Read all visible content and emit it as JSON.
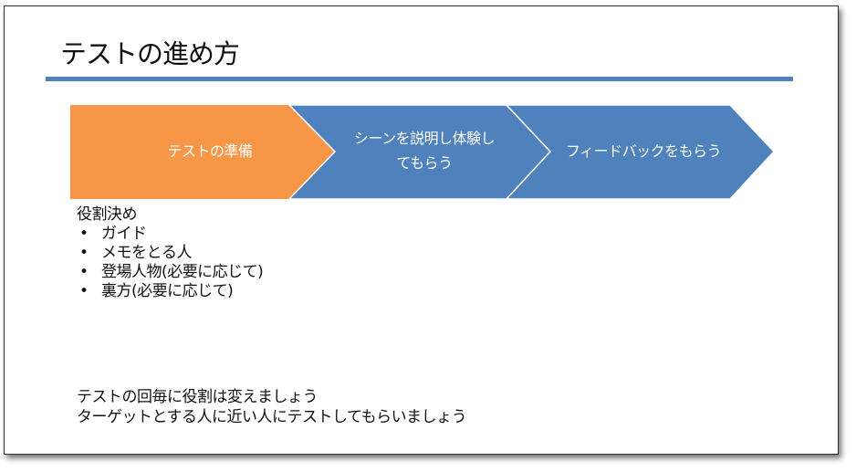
{
  "slide": {
    "title": "テストの進め方",
    "accent_color": "#4f81bd",
    "steps": [
      {
        "line1": "テストの準備",
        "line2": "",
        "color": "#f79646"
      },
      {
        "line1": "シーンを説明し体験し",
        "line2": "てもらう",
        "color": "#4f81bd"
      },
      {
        "line1": "フィードバックをもらう",
        "line2": "",
        "color": "#4f81bd"
      }
    ],
    "roles": {
      "heading": "役割決め",
      "items": [
        "ガイド",
        "メモをとる人",
        "登場人物(必要に応じて)",
        "裏方(必要に応じて)"
      ]
    },
    "notes": [
      "テストの回毎に役割は変えましょう",
      "ターゲットとする人に近い人にテストしてもらいましょう"
    ]
  }
}
